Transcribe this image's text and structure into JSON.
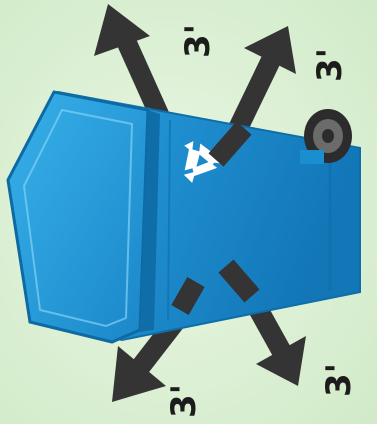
{
  "image": {
    "subject": "recycling-cart-clearance",
    "clearance_labels": {
      "top_left": "3'",
      "top_right": "3'",
      "bottom_left": "3'",
      "bottom_right": "3'"
    },
    "colors": {
      "background": "#d6efcf",
      "cart_body": "#1b8ed0",
      "cart_light": "#3ab2ec",
      "cart_dark": "#0f6ea8",
      "arrow": "#343434",
      "wheel": "#2c2c2c",
      "recycle_symbol": "#ffffff"
    },
    "icons": [
      "recycle-icon",
      "wheel-icon",
      "arrow-icon"
    ]
  }
}
